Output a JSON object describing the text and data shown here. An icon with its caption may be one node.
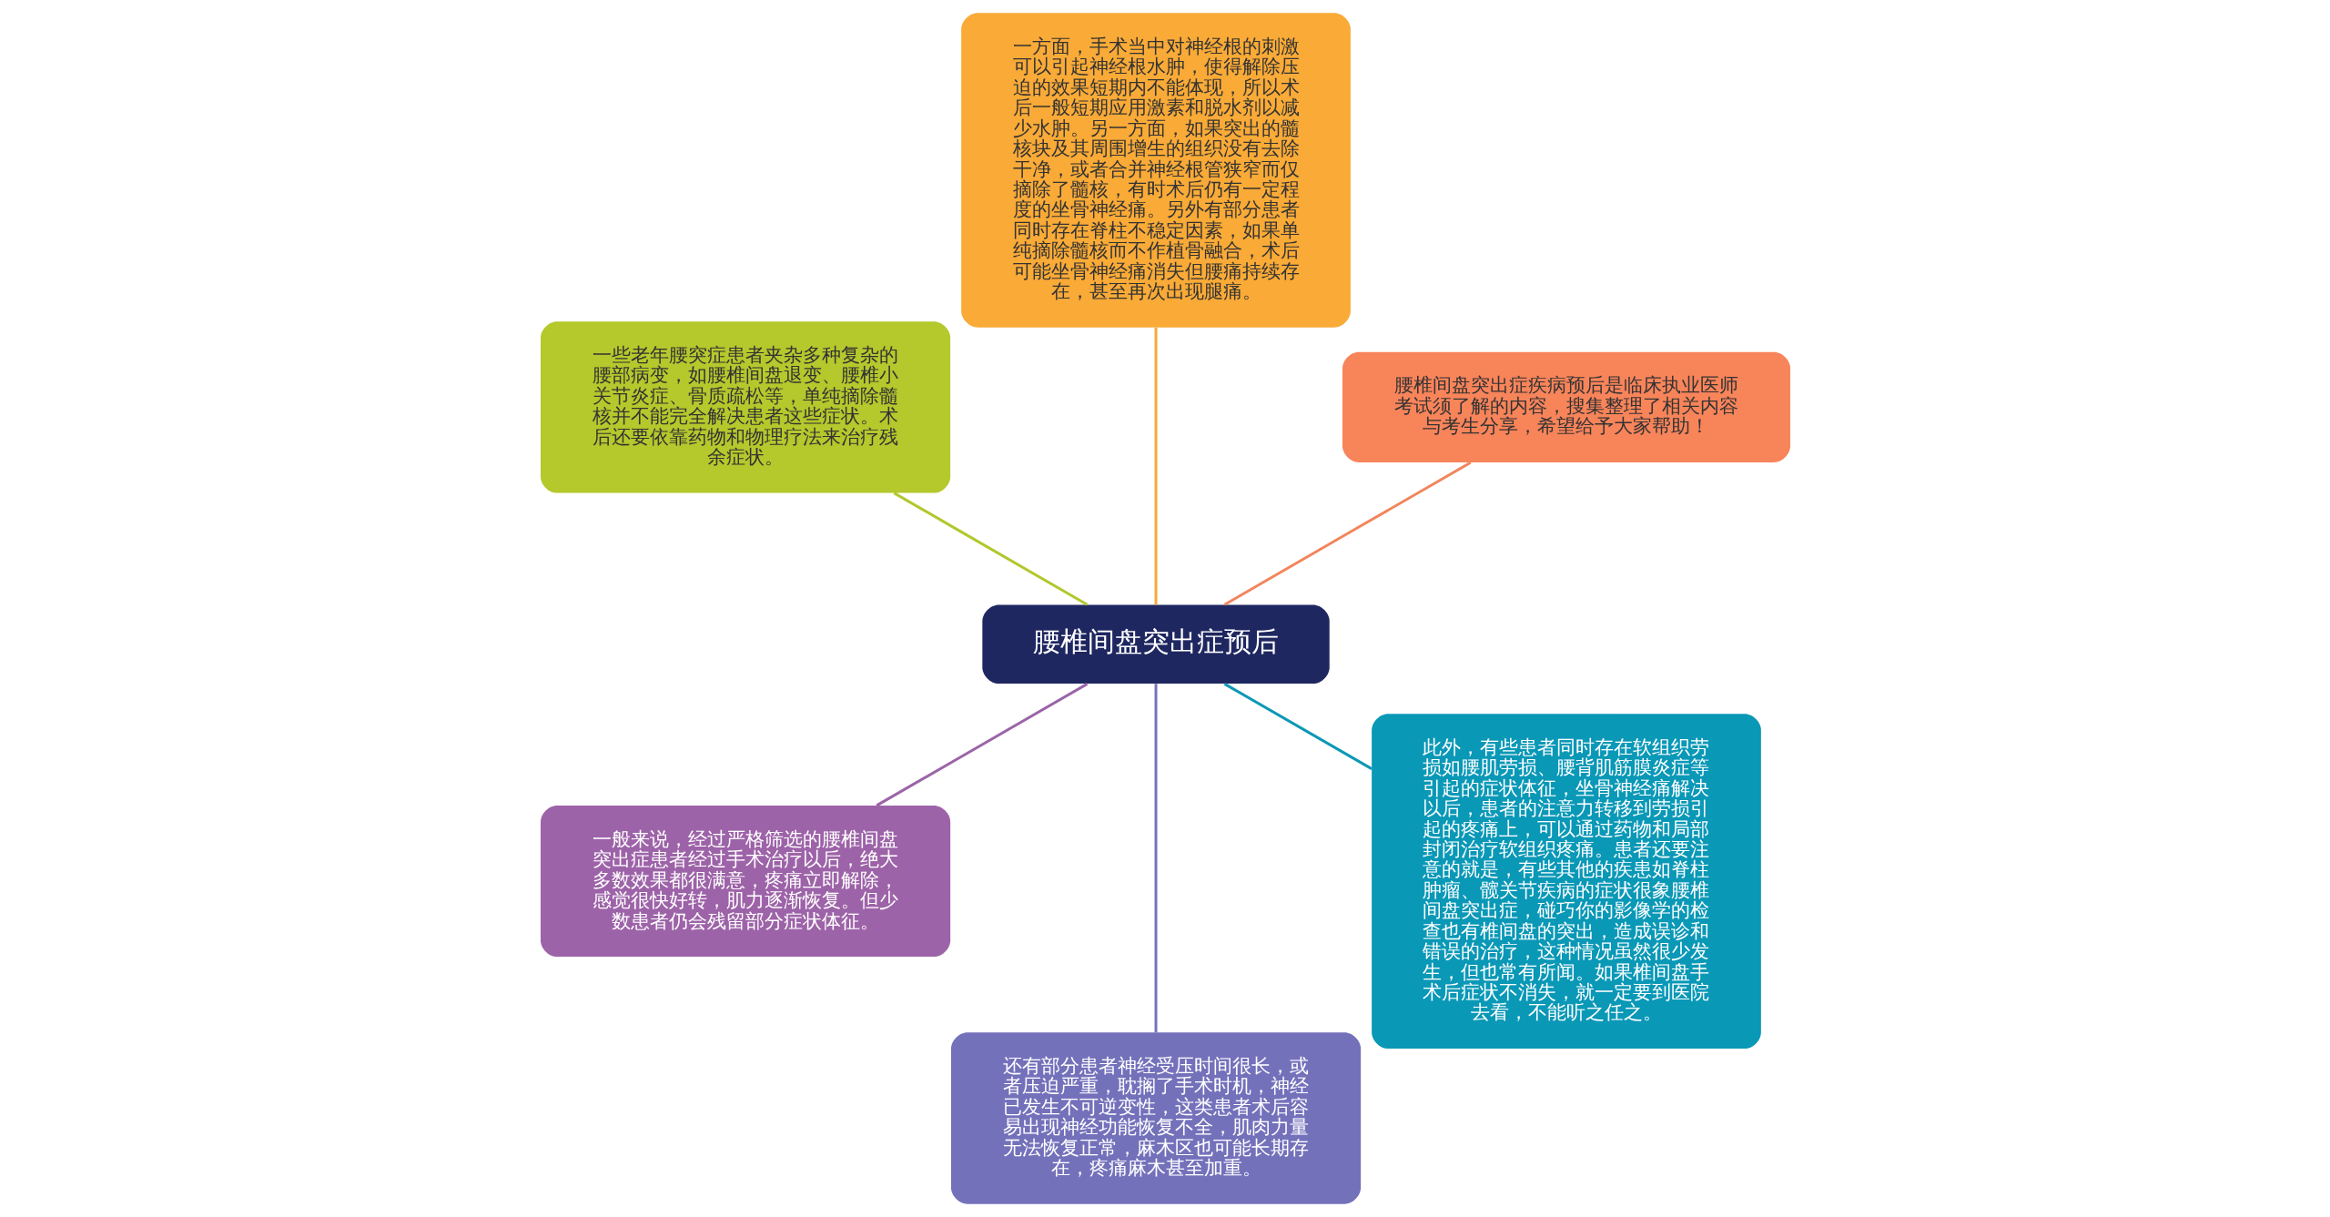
{
  "diagram": {
    "nodes": [
      {
        "text": [
          "腰椎间盘突出症预后"
        ]
      },
      {
        "text": [
          "腰椎间盘突出症疾病预后是临床执业医师考试须了解的内容，搜集整理了相关内容与考生分享，希望给予大家帮助！"
        ]
      },
      {
        "text": [
          "一方面，手术当中对神经根的刺激可以引起神经根水肿，使得解除压迫的效果短期内不能体现，所以术后一般短期应用激素和脱水剂以减少水肿。另一方面，如果突出的髓核块及其周围增生的组织没有去除干净，或者合并神经根管狭窄而仅摘除了髓核，有时术后仍有一定程度的坐骨神经痛。另外有部分患者同时存在脊柱不稳定因素，如果单纯摘除髓核而不作植骨融合，术后可能坐骨神经痛消失但腰痛持续存在，甚至再次出现腿痛。"
        ]
      },
      {
        "text": [
          "一些老年腰突症患者夹杂多种复杂的腰部病变，如腰椎间盘退变、腰椎小关节炎症、骨质疏松等，单纯摘除髓核并不能完全解决患者这些症状。术后还要依靠药物和物理疗法来治疗残余症状。"
        ]
      },
      {
        "text": [
          "一般来说，经过严格筛选的腰椎间盘突出症患者经过手术治疗以后，绝大多数效果都很满意，疼痛立即解除，感觉很快好转，肌力逐渐恢复。但少数患者仍会残留部分症状体征。"
        ]
      },
      {
        "text": [
          "还有部分患者神经受压时间很长，或者压迫严重，耽搁了手术时机，神经已发生不可逆变性，这类患者术后容易出现神经功能恢复不全，肌肉力量无法恢复正常，麻木区也可能长期存在，疼痛麻木甚至加重。"
        ]
      },
      {
        "text": [
          "此外，有些患者同时存在软组织劳损如腰肌劳损、腰背肌筋膜炎症等引起的症状体征，坐骨神经痛解决以后，患者的注意力转移到劳损引起的疼痛上，可以通过药物和局部封闭治疗软组织疼痛。患者还要注意的就是，有些其他的疾患如脊柱肿瘤、髋关节疾病的症状很象腰椎间盘突出症，碰巧你的影像学的检查也有椎间盘的突出，造成误诊和错误的治疗，这种情况虽然很少发生，但也常有所闻。如果椎间盘手术后症状不消失，就一定要到医院去看，不能听之任之。"
        ]
      }
    ],
    "edges": [
      {
        "from": 0,
        "to": 1,
        "arrow": "none",
        "color": "#f2855b"
      },
      {
        "from": 0,
        "to": 2,
        "arrow": "none",
        "color": "#f8a838"
      },
      {
        "from": 0,
        "to": 3,
        "arrow": "none",
        "color": "#b3c72d"
      },
      {
        "from": 0,
        "to": 4,
        "arrow": "none",
        "color": "#9b64a8"
      },
      {
        "from": 0,
        "to": 5,
        "arrow": "none",
        "color": "#7672bb"
      },
      {
        "from": 0,
        "to": 6,
        "arrow": "none",
        "color": "#0d98b6"
      }
    ]
  }
}
